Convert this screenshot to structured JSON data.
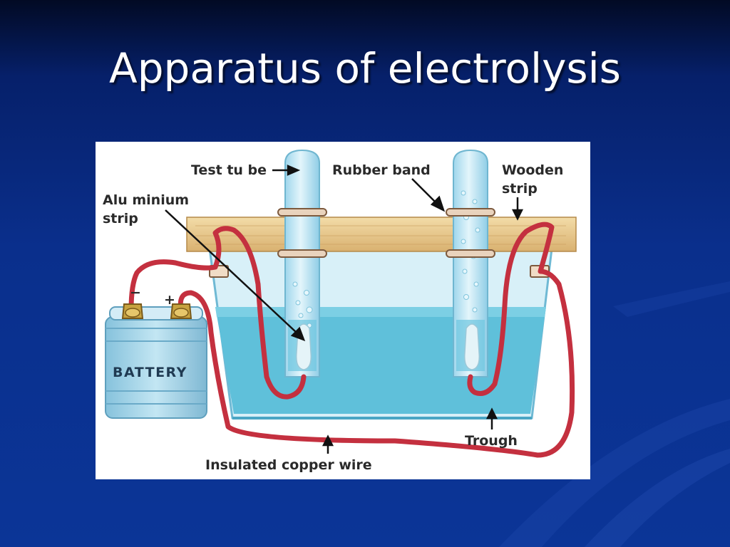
{
  "slide": {
    "title": "Apparatus of electrolysis"
  },
  "diagram": {
    "labels": {
      "test_tube": "Test tu be",
      "rubber_band": "Rubber band",
      "wooden_strip_line1": "Wooden",
      "wooden_strip_line2": "strip",
      "aluminium_strip_line1": "Alu minium",
      "aluminium_strip_line2": "strip",
      "battery": "BATTERY",
      "terminal_negative": "−",
      "terminal_positive": "+",
      "trough": "Trough",
      "insulated_copper_wire": "Insulated copper wire"
    },
    "colors": {
      "wire": "#c4303f",
      "wood": "#e8c98c",
      "water": "#5fc0da",
      "tube": "#bde4f2",
      "battery": "#a9d6ea"
    }
  }
}
